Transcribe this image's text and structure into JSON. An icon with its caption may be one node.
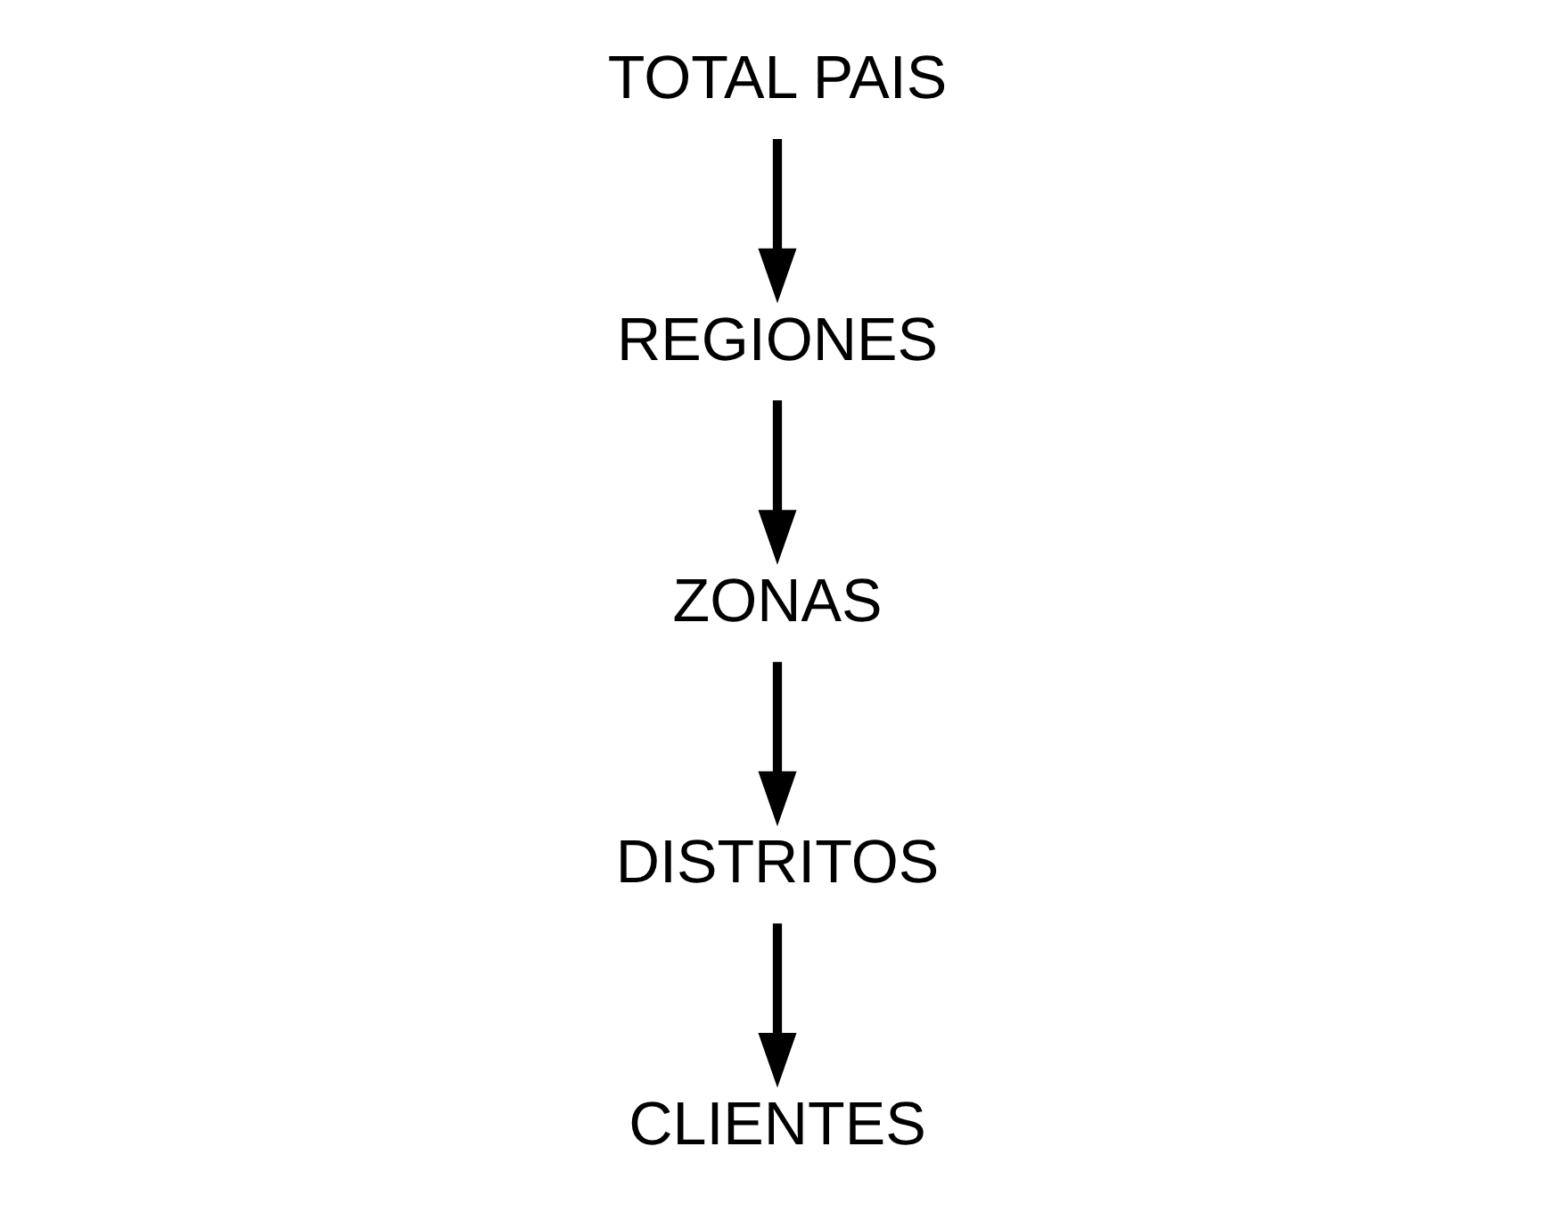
{
  "diagram": {
    "nodes": [
      {
        "text": [
          "TOTAL PAIS"
        ]
      },
      {
        "text": [
          "REGIONES"
        ]
      },
      {
        "text": [
          "ZONAS"
        ]
      },
      {
        "text": [
          "DISTRITOS"
        ]
      },
      {
        "text": [
          "CLIENTES"
        ]
      }
    ],
    "edges": [
      {
        "from": 0,
        "to": 1,
        "arrow": "to"
      },
      {
        "from": 1,
        "to": 2,
        "arrow": "to"
      },
      {
        "from": 2,
        "to": 3,
        "arrow": "to"
      },
      {
        "from": 3,
        "to": 4,
        "arrow": "to"
      }
    ]
  }
}
